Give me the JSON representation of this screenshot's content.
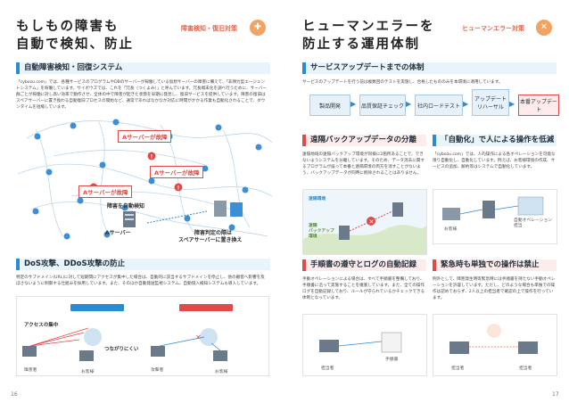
{
  "left": {
    "title_l1": "もしもの障害も",
    "title_l2": "自動で検知、防止",
    "tag": "障害検知・復旧対策",
    "sec1_title": "自動障害検知・回復システム",
    "sec1_body": "「cybozu.com」では、各種サービスのプログラムやDBのサーバーが稼働している仮想サーバーの障害に備えて、「非弾力型エージェントシステム」を稼働しています。サイボウズでは、これを「冗長（つくよみ）」と呼んでいます。冗長端末化を調べ行うために、サーバー群ごとが稼働に対し高い効率で動作させ、全体の中で障害が起きた状態を早期に発見し、復旧サービスを提供しています。障害の復旧はスペアサーバーに置き換わる自動復旧プロセスの開始など、通常であればなかなか対応に時間がかかる作業も自動化されることで、ダウンタイムを短縮しています。",
    "alert1": "Aサーバーが故障",
    "alert2": "Aサーバーが故障",
    "alert3": "Aサーバーが故障",
    "detect_label": "障害を自動検知",
    "server_label": "Aサーバー",
    "replace_l1": "障害判定の際は",
    "replace_l2": "スペアサーバーに置き換え",
    "sec2_title": "DoS攻撃、DDoS攻撃の防止",
    "sec2_body": "特定のサブドメイン(URL)に対して短期間にアクセスが集中した場合は、自動的に該当するサブドメインを停止し、他の顧客へ影響を及ぼさないように制御する仕組みを採用しています。また、そのほか自動発送監視システム、自動侵入検知システムも導入しています。",
    "access_label": "アクセスの集中",
    "no_conn_label": "つながりにくい",
    "cap_a": "障害者",
    "cap_b": "お客様",
    "cap_c": "攻撃者",
    "cap_d": "お客様",
    "page": "16"
  },
  "right": {
    "title_l1": "ヒューマンエラーを",
    "title_l2": "防止する運用体制",
    "tag": "ヒューマンエラー対策",
    "sec1_title": "サービスアップデートまでの体制",
    "sec1_body": "サービスのアップデートを行う前は複数回のテストを実施し、合格したもののみを本環境に適用しています。",
    "flow": [
      "製品開発",
      "品質保証チェック",
      "社内ロードテスト",
      "アップデート\nリハーサル",
      "本番アップデート"
    ],
    "sec2_title": "遠隔バックアップデータの分離",
    "sec2_body": "遠隔地域の遠隔バックアップ環境が同様に2箇所あることで、できないようシステムを分離しています。そのため、データ消去に関するプログラムが誤って本番と遠隔環境の両方を消すことがないよう、バックアップデータが同時に削除されることはありません。",
    "remote_label": "遠隔環境",
    "local_label": "遠隔\nバックアップ\n環境",
    "sec3_title": "「自動化」で人による操作を低減",
    "sec3_body": "「cybozu.com」では、人的操作による各オペレーションを可能な限り自動化し、自動化しています。例えば、お客様環境の作成、サービスの追加、解約等はシステムで自動化しています。",
    "cap_customer": "お客様",
    "cap_system": "自動オペレーション\n担当",
    "sec4_title": "手順書の遵守とログの自動記録",
    "sec4_body": "手動オペレーションによる場合は、すべて手順書を整備しており、手順書に沿って実施することを徹底しています。また、全ての操作ログを自動記録しており、ルールが守られているかチェックできる体制となっています。",
    "cap_op1": "担当者",
    "cap_log": "手順書",
    "sec5_title": "緊急時も単独での操作は禁止",
    "sec5_body": "例外として、障害発生時等緊急時には手順書を持たない手動オペレーションを許容しています。ただし、どのような場合も単独での操作は認めておらず、2人以上の担当者で確認の上で操作を行っています。",
    "cap_op2": "担当者",
    "cap_op3": "担当者",
    "page": "17"
  }
}
